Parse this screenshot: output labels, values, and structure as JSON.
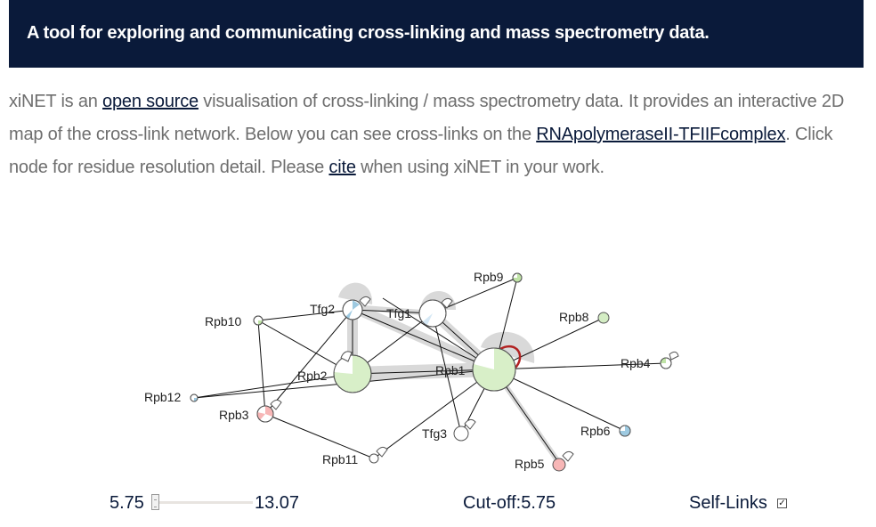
{
  "banner": {
    "title": "A tool for exploring and communicating cross-linking and mass spectrometry data."
  },
  "intro": {
    "text_1": "xiNET is an ",
    "link_open_source": "open source",
    "text_2": " visualisation of cross-linking / mass spectrometry data. It provides an interactive 2D map of the cross-link network. Below you can see cross-links on the ",
    "link_complex": "RNApolymeraseII-TFIIFcomplex",
    "text_3": ". Click node for residue resolution detail. Please ",
    "link_cite": "cite",
    "text_4": " when using xiNET in your work."
  },
  "network": {
    "proteins": [
      "Rpb9",
      "Tfg2",
      "Tfg1",
      "Rpb8",
      "Rpb10",
      "Rpb4",
      "Rpb2",
      "Rpb1",
      "Rpb12",
      "Rpb3",
      "Tfg3",
      "Rpb6",
      "Rpb11",
      "Rpb5"
    ],
    "colors": {
      "green": "#bfe3a6",
      "blue": "#9ecae1",
      "red": "#f7b6b6",
      "self_link": "#b22222"
    }
  },
  "controls": {
    "min": "5.75",
    "max": "13.07",
    "cutoff": "Cut-off:5.75",
    "self_links_label": "Self-Links",
    "self_links_checked": true
  }
}
